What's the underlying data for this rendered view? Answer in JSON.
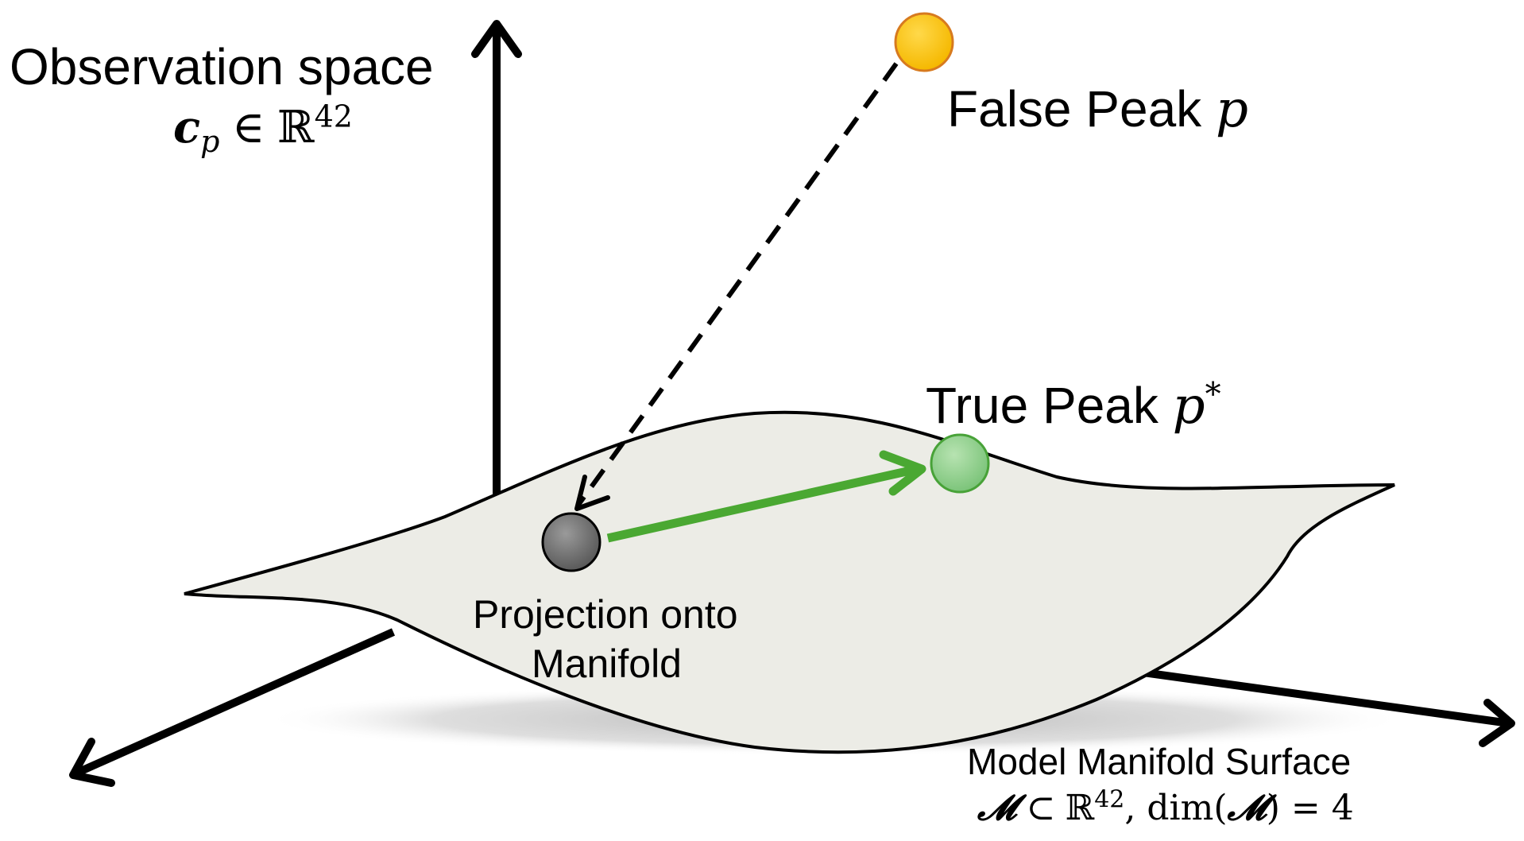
{
  "observation_space": {
    "title": "Observation space",
    "vector": "c",
    "vector_sub": "p",
    "relation": "∈",
    "space": "ℝ",
    "space_exp": "42"
  },
  "false_peak": {
    "label": "False Peak",
    "symbol": "p",
    "color": "#f7c400"
  },
  "true_peak": {
    "label": "True Peak",
    "symbol": "p",
    "sup": "*",
    "color": "#8fd08f"
  },
  "projection": {
    "line1": "Projection onto",
    "line2": "Manifold",
    "color": "#707070"
  },
  "manifold": {
    "title": "Model Manifold Surface",
    "symbol": "𝓜",
    "subset": "⊂",
    "space": "ℝ",
    "space_exp": "42",
    "dim_text": ", dim(",
    "dim_close": ") = 4",
    "fill": "#ecece6"
  },
  "correction_arrow_color": "#4aa832"
}
